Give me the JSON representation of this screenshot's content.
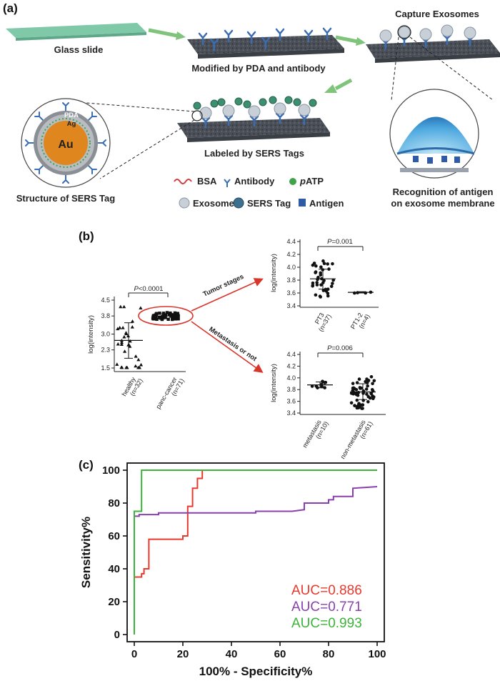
{
  "panel_a": {
    "label": "(a)",
    "captions": {
      "glass_slide": "Glass slide",
      "modified": "Modified by PDA and antibody",
      "capture": "Capture Exosomes",
      "labeled": "Labeled by SERS Tags",
      "structure": "Structure of SERS Tag",
      "recognition_1": "Recognition of antigen",
      "recognition_2": "on exosome membrane"
    },
    "tag_layers": {
      "pda": "PDA",
      "ag": "Ag",
      "au": "Au"
    },
    "legend": {
      "bsa": "BSA",
      "antibody": "Antibody",
      "patp_italic": "p",
      "patp_rest": "ATP",
      "exosome": "Exosome",
      "sers_tag": "SERS Tag",
      "antigen": "Antigen"
    },
    "colors": {
      "slide": "#7fc9a9",
      "surface": "#4a4f57",
      "antibody": "#3b6db3",
      "arrow": "#7fc47a",
      "au": "#e0861f"
    }
  },
  "panel_b": {
    "label": "(b)",
    "tumor_stages_label": "Tumor stages",
    "metastasis_label": "Metastasis or not",
    "main": {
      "ylabel": "log(intensity)",
      "yticks": [
        "4.5",
        "3.8",
        "3.0",
        "2.3",
        "1.5"
      ],
      "ylim": [
        1.5,
        4.5
      ],
      "groups": [
        {
          "name": "healthy",
          "n": "(n=32)",
          "mean": 2.72,
          "sd_low": 1.93,
          "sd_high": 3.5,
          "marker": "triangle"
        },
        {
          "name": "panc-cancer",
          "n": "(n=71)",
          "mean": 3.8,
          "sd_low": 3.7,
          "sd_high": 3.9,
          "marker": "square"
        }
      ],
      "p_prefix": "P",
      "p_value": "<0.0001"
    },
    "stages": {
      "ylabel": "log(intensity)",
      "yticks": [
        "4.4",
        "4.2",
        "4.0",
        "3.8",
        "3.6",
        "3.4"
      ],
      "ylim": [
        3.4,
        4.4
      ],
      "groups": [
        {
          "name": "PT3",
          "n": "(n=37)",
          "mean": 3.82,
          "sd_low": 3.66,
          "sd_high": 3.97
        },
        {
          "name": "PT1-2",
          "n": "(n=4)",
          "mean": 3.61,
          "sd_low": 3.6,
          "sd_high": 3.62
        }
      ],
      "p_prefix": "P",
      "p_value": "=0.001"
    },
    "metastasis": {
      "ylabel": "log(intensity)",
      "yticks": [
        "4.4",
        "4.2",
        "4.0",
        "3.8",
        "3.6",
        "3.4"
      ],
      "ylim": [
        3.4,
        4.4
      ],
      "groups": [
        {
          "name": "metastasis",
          "n": "(n=10)",
          "mean": 3.88,
          "sd_low": 3.83,
          "sd_high": 3.93
        },
        {
          "name": "non-metastasis",
          "n": "(n=61)",
          "mean": 3.76,
          "sd_low": 3.63,
          "sd_high": 3.9
        }
      ],
      "p_prefix": "P",
      "p_value": "=0.006"
    }
  },
  "panel_c": {
    "label": "(c)"
  },
  "chart_data": {
    "type": "line",
    "xlabel": "100% - Specificity%",
    "ylabel": "Sensitivity%",
    "xlim": [
      0,
      100
    ],
    "ylim": [
      0,
      100
    ],
    "xticks": [
      "0",
      "20",
      "40",
      "60",
      "80",
      "100"
    ],
    "yticks": [
      "0",
      "20",
      "40",
      "60",
      "80",
      "100"
    ],
    "legend_position": "bottom-right",
    "series": [
      {
        "name": "AUC=0.886",
        "color": "#e8392d",
        "points": [
          [
            0,
            0
          ],
          [
            0,
            35
          ],
          [
            3,
            35
          ],
          [
            3,
            37
          ],
          [
            4,
            37
          ],
          [
            4,
            40
          ],
          [
            6,
            40
          ],
          [
            6,
            58
          ],
          [
            20,
            58
          ],
          [
            20,
            60
          ],
          [
            22,
            60
          ],
          [
            22,
            78
          ],
          [
            24,
            78
          ],
          [
            24,
            89
          ],
          [
            26,
            89
          ],
          [
            26,
            95
          ],
          [
            28,
            95
          ],
          [
            28,
            100
          ],
          [
            100,
            100
          ]
        ]
      },
      {
        "name": "AUC=0.771",
        "color": "#8a3fb0",
        "points": [
          [
            0,
            0
          ],
          [
            0,
            72
          ],
          [
            2,
            72
          ],
          [
            2,
            73
          ],
          [
            10,
            73
          ],
          [
            10,
            74
          ],
          [
            50,
            74
          ],
          [
            50,
            75
          ],
          [
            65,
            75
          ],
          [
            70,
            76
          ],
          [
            70,
            80
          ],
          [
            80,
            80
          ],
          [
            80,
            82
          ],
          [
            82,
            82
          ],
          [
            82,
            84
          ],
          [
            90,
            84
          ],
          [
            90,
            89
          ],
          [
            100,
            90
          ]
        ]
      },
      {
        "name": "AUC=0.993",
        "color": "#3db33a",
        "points": [
          [
            0,
            0
          ],
          [
            0,
            75
          ],
          [
            3,
            75
          ],
          [
            3,
            100
          ],
          [
            100,
            100
          ]
        ]
      }
    ]
  }
}
